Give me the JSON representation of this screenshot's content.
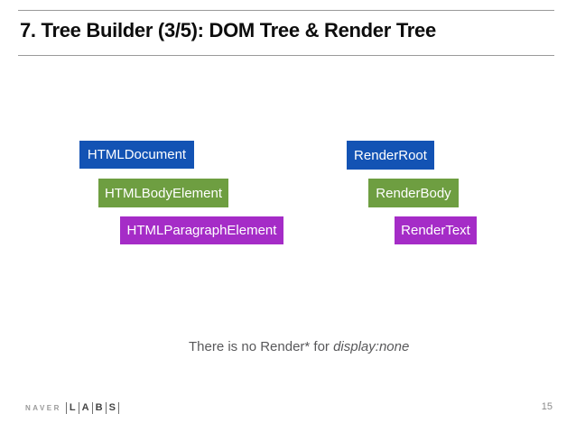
{
  "slide": {
    "title": "7. Tree Builder (3/5): DOM Tree & Render Tree",
    "page_number": "15"
  },
  "diagram": {
    "dom_tree": {
      "nodes": [
        {
          "label": "HTMLDocument",
          "color": "#1353b4"
        },
        {
          "label": "HTMLBodyElement",
          "color": "#6e9e41"
        },
        {
          "label": "HTMLParagraphElement",
          "color": "#a52cc7"
        }
      ]
    },
    "render_tree": {
      "nodes": [
        {
          "label": "RenderRoot",
          "color": "#1353b4"
        },
        {
          "label": "RenderBody",
          "color": "#6e9e41"
        },
        {
          "label": "RenderText",
          "color": "#a52cc7"
        }
      ]
    },
    "note": {
      "prefix": "There is no Render* for ",
      "emphasis": "display:none"
    }
  },
  "footer": {
    "brand_small": "NAVER",
    "brand_letters": [
      "L",
      "A",
      "B",
      "S"
    ]
  },
  "colors": {
    "node_blue": "#1353b4",
    "node_green": "#6e9e41",
    "node_purple": "#a52cc7"
  }
}
